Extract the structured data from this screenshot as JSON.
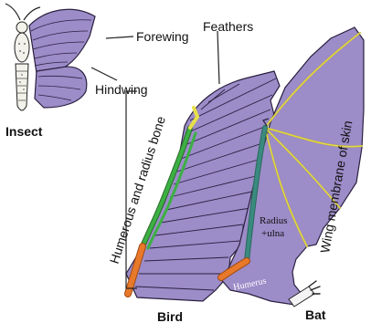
{
  "labels": {
    "forewing": "Forewing",
    "hindwing": "Hindwing",
    "insect": "Insect",
    "feathers": "Feathers",
    "humerus_radius": "Humerous and radius bone",
    "bird": "Bird",
    "wing_membrane": "Wing membrane of skin",
    "radius_ulna_line1": "Radius",
    "radius_ulna_line2": "+ulna",
    "humerus": "Humerus",
    "bat": "Bat"
  },
  "colors": {
    "wing_fill": "#9c8cc8",
    "wing_stroke": "#2b2040",
    "bone_green": "#3cb043",
    "bone_orange": "#e8792a",
    "bone_yellow": "#e8e04a",
    "teal_bone": "#3a8a80"
  }
}
